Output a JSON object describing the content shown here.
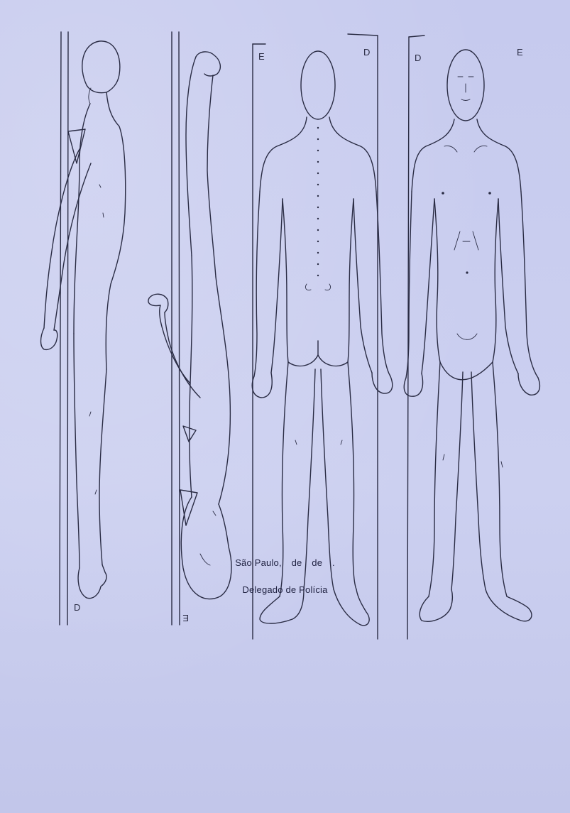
{
  "form": {
    "figure_labels": {
      "left_side": "D",
      "right_side": "E",
      "back_left": "E",
      "back_right": "D",
      "front_left": "D",
      "front_right": "E"
    },
    "footer": {
      "city": "São Paulo,",
      "de_1": "de",
      "de_2": "de",
      "period": ".",
      "signature_line": "Delegado de Polícia"
    }
  }
}
